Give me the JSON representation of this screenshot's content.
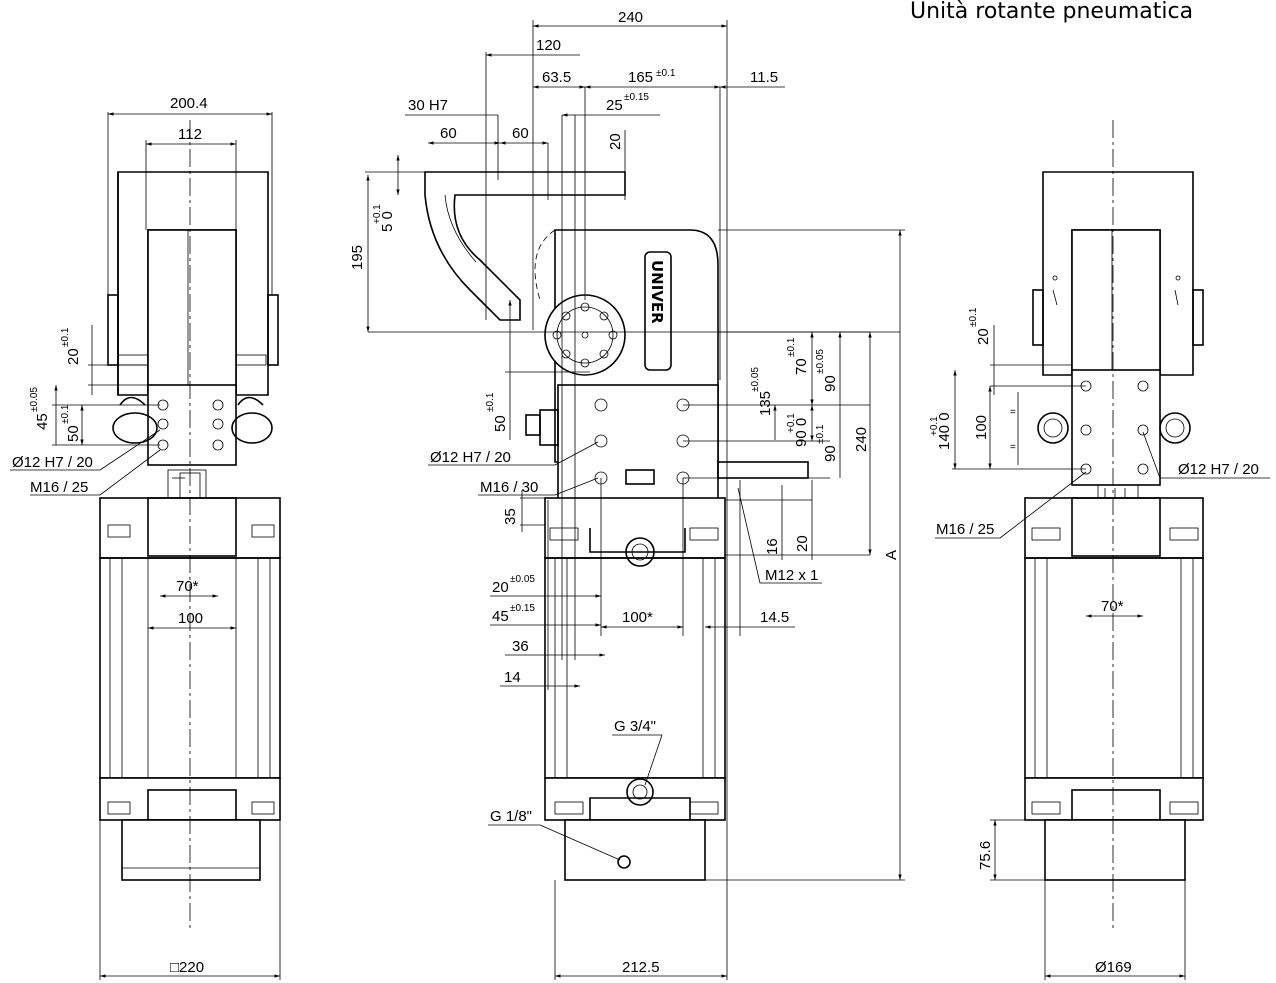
{
  "title": "Unità rotante pneumatica",
  "brand": "UNIVER",
  "left_view": {
    "dims": {
      "w200": "200.4",
      "w112": "112",
      "v20": "20",
      "v20_tol": "±0.1",
      "v45": "45",
      "v45_tol": "±0.05",
      "v50": "50",
      "v50_tol": "±0.1",
      "hole": "Ø12 H7 / 20",
      "thread": "M16 / 25",
      "w70": "70*",
      "w100": "100",
      "base": "□220"
    }
  },
  "center_view": {
    "dims": {
      "w240": "240",
      "w120": "120",
      "w63": "63.5",
      "w165": "165",
      "w165_tol": "±0.1",
      "w11": "11.5",
      "bore": "30 H7",
      "w25": "25",
      "w25_tol": "±0.15",
      "w60a": "60",
      "w60b": "60",
      "v20": "20",
      "v195": "195",
      "v50a": "5 0",
      "v50a_tol": "+0.1",
      "v50b": "50",
      "v50b_tol": "±0.1",
      "hole": "Ø12 H7 / 20",
      "thread": "M16 / 30",
      "v35": "35",
      "v135": "135",
      "v135_tol": "±0.05",
      "v70": "70",
      "v70_tol": "±0.1",
      "v90a": "90",
      "v90a_tol": "±0.05",
      "v90b": "90 0",
      "v90b_tol": "+0.1",
      "v90c": "90",
      "v90c_tol": "±0.1",
      "v240": "240",
      "v16": "16",
      "v20b": "20",
      "port": "M12 x 1",
      "h20": "20",
      "h20_tol": "±0.05",
      "h45": "45",
      "h45_tol": "±0.15",
      "w100": "100*",
      "w14_5": "14.5",
      "h36": "36",
      "h14": "14",
      "g34": "G 3/4\"",
      "g18": "G 1/8\"",
      "vA": "A",
      "w212": "212.5"
    }
  },
  "right_view": {
    "dims": {
      "v20": "20",
      "v20_tol": "±0.1",
      "v140": "140 0",
      "v140_tol": "+0.1",
      "v100": "100",
      "hole": "Ø12 H7 / 20",
      "thread": "M16 / 25",
      "w70": "70*",
      "v75": "75.6",
      "dia": "Ø169"
    }
  }
}
